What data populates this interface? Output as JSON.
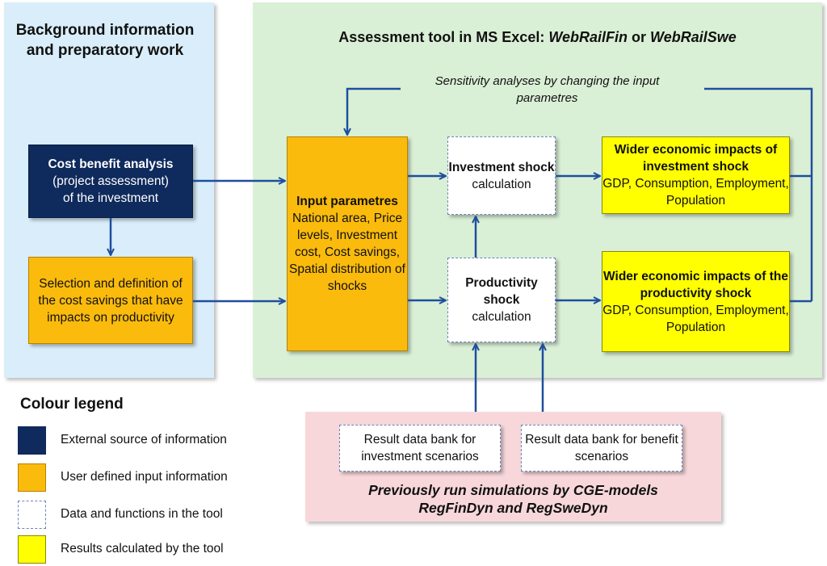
{
  "panels": {
    "background_title": "Background information and preparatory work",
    "tool_title_prefix": "Assessment tool in MS Excel: ",
    "tool_title_name1": "WebRailFin",
    "tool_title_or": " or ",
    "tool_title_name2": "WebRailSwe",
    "sensitivity": "Sensitivity analyses by changing the input parametres",
    "previous_line1": "Previously run simulations by CGE-models",
    "previous_line2": "RegFinDyn and RegSweDyn"
  },
  "boxes": {
    "cba": {
      "title": "Cost benefit analysis",
      "line1": "(project assessment)",
      "line2": "of the investment"
    },
    "selection": {
      "text": "Selection and definition of the cost savings that have impacts on productivity"
    },
    "input_params": {
      "title": "Input parametres",
      "text": "National area, Price levels, Investment cost, Cost savings, Spatial distribution of shocks"
    },
    "inv_shock": {
      "title": "Investment shock",
      "sub": "calculation"
    },
    "prod_shock": {
      "title": "Productivity shock",
      "sub": "calculation"
    },
    "wider_inv": {
      "title": "Wider economic impacts of investment shock",
      "text": "GDP, Consumption, Employment, Population"
    },
    "wider_prod": {
      "title": "Wider economic impacts of the productivity shock",
      "text": "GDP, Consumption, Employment, Population"
    },
    "bank_inv": {
      "text": "Result data bank for investment scenarios"
    },
    "bank_ben": {
      "text": "Result data bank for benefit scenarios"
    }
  },
  "legend": {
    "title": "Colour legend",
    "items": [
      {
        "label": "External source of information",
        "color": "#0f2a5c"
      },
      {
        "label": "User defined input information",
        "color": "#fbbb0c"
      },
      {
        "label": "Data and functions in the tool",
        "color": "#ffffff"
      },
      {
        "label": "Results calculated by the tool",
        "color": "#ffff00"
      }
    ]
  },
  "colors": {
    "arrow": "#1f4e9e"
  }
}
